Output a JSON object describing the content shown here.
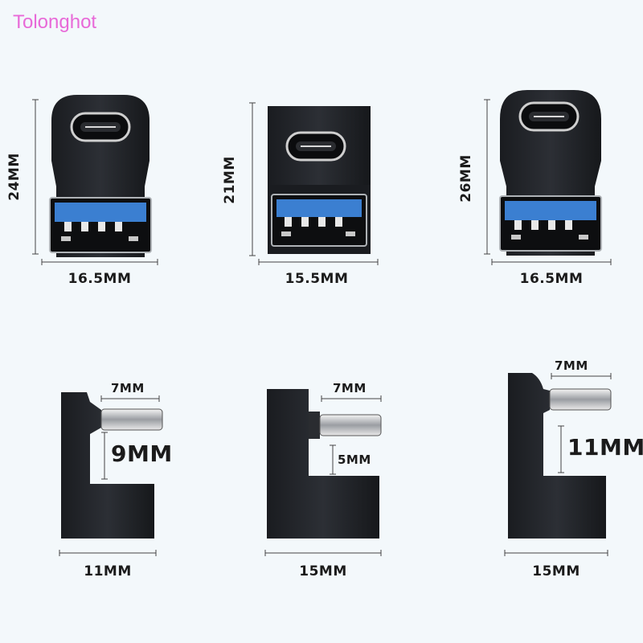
{
  "watermark": "Tolonghot",
  "top_row": {
    "left": {
      "width": "16.5MM",
      "height": "24MM"
    },
    "middle": {
      "width": "15.5MM",
      "height": "21MM"
    },
    "right": {
      "width": "16.5MM",
      "height": "26MM"
    }
  },
  "bottom_row": {
    "left": {
      "width": "11MM",
      "plug_length": "7MM",
      "plug_offset": "9MM"
    },
    "middle": {
      "width": "15MM",
      "plug_length": "7MM",
      "plug_offset": "5MM"
    },
    "right": {
      "width": "15MM",
      "plug_length": "7MM",
      "plug_offset": "11MM"
    }
  }
}
